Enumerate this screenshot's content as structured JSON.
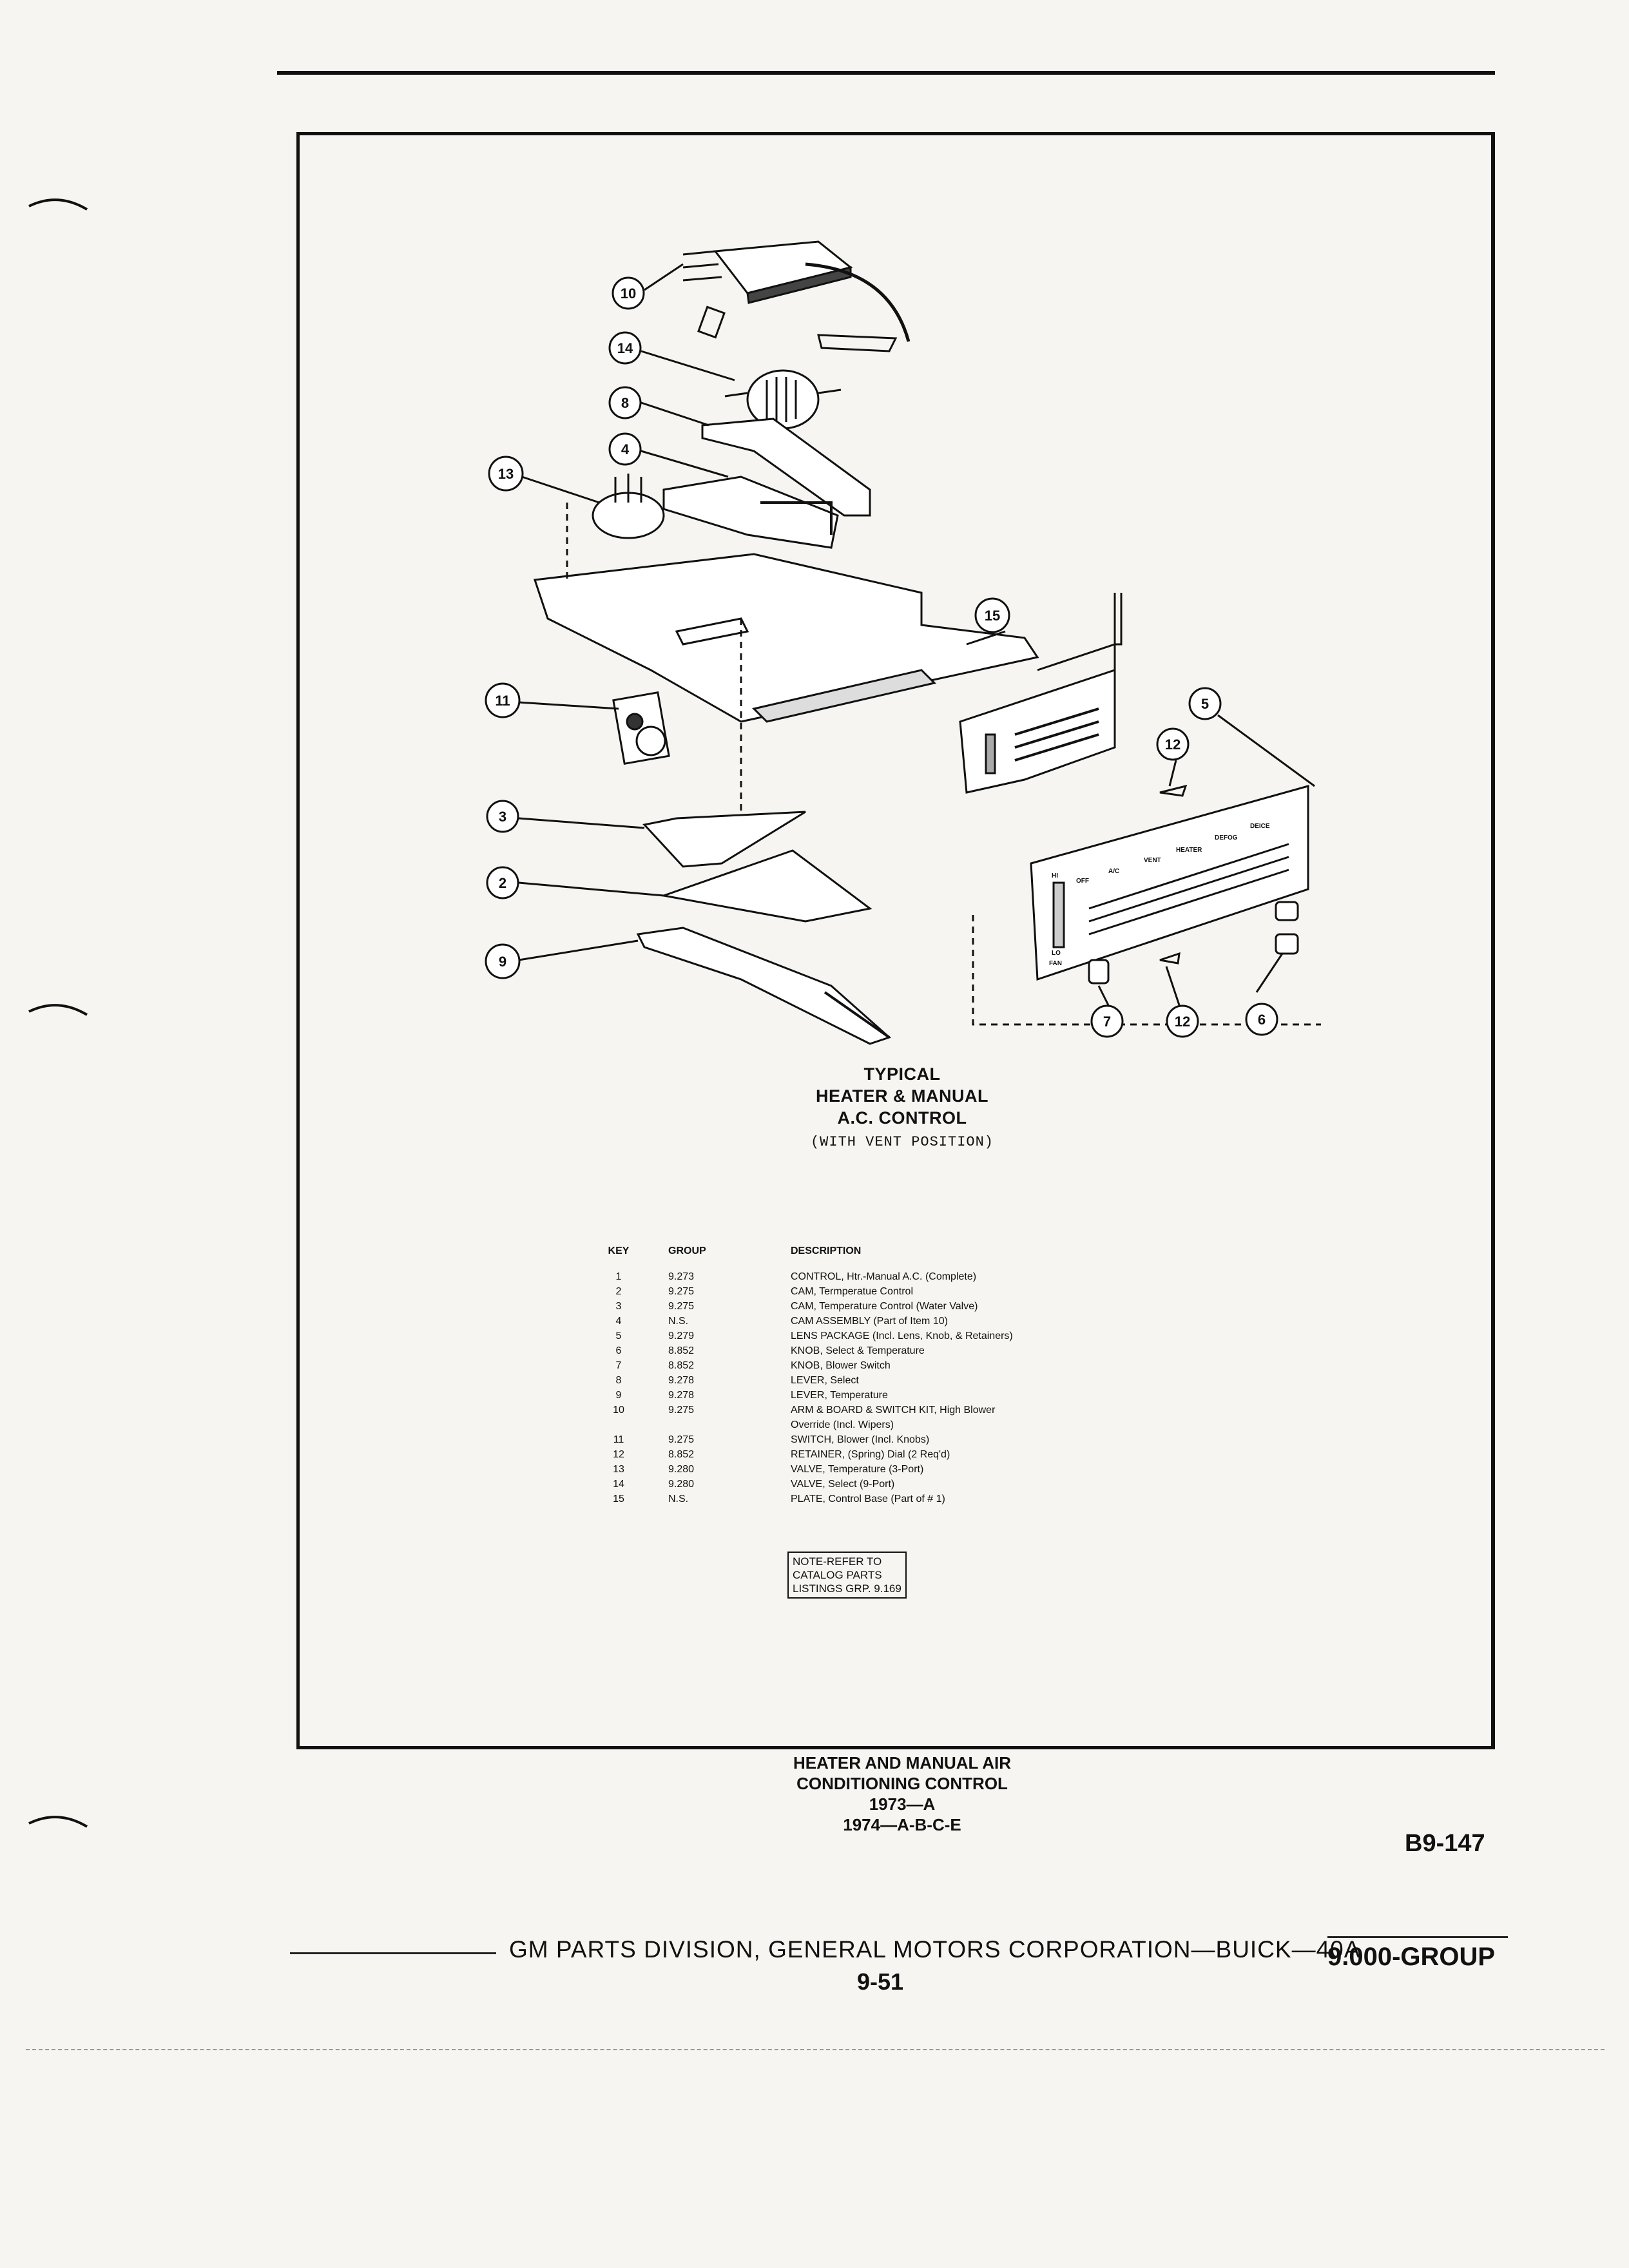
{
  "diagram": {
    "callouts": [
      "10",
      "14",
      "8",
      "4",
      "13",
      "15",
      "11",
      "5",
      "12",
      "3",
      "2",
      "9",
      "7",
      "12",
      "6"
    ],
    "panel_labels": [
      "OFF",
      "A/C",
      "VENT",
      "HEATER",
      "DEFOG",
      "DEICE",
      "HI",
      "LO",
      "FAN"
    ]
  },
  "caption": {
    "line1": "TYPICAL",
    "line2": "HEATER & MANUAL",
    "line3": "A.C. CONTROL",
    "line4": "(WITH VENT POSITION)"
  },
  "parts_table": {
    "headers": {
      "key": "KEY",
      "group": "GROUP",
      "description": "DESCRIPTION"
    },
    "rows": [
      {
        "key": "1",
        "group": "9.273",
        "description": "CONTROL, Htr.-Manual A.C. (Complete)"
      },
      {
        "key": "2",
        "group": "9.275",
        "description": "CAM, Termperatue Control"
      },
      {
        "key": "3",
        "group": "9.275",
        "description": "CAM, Temperature Control (Water Valve)"
      },
      {
        "key": "4",
        "group": "N.S.",
        "description": "CAM ASSEMBLY (Part of Item 10)"
      },
      {
        "key": "5",
        "group": "9.279",
        "description": "LENS PACKAGE (Incl. Lens, Knob, & Retainers)"
      },
      {
        "key": "6",
        "group": "8.852",
        "description": "KNOB, Select & Temperature"
      },
      {
        "key": "7",
        "group": "8.852",
        "description": "KNOB, Blower Switch"
      },
      {
        "key": "8",
        "group": "9.278",
        "description": "LEVER, Select"
      },
      {
        "key": "9",
        "group": "9.278",
        "description": "LEVER, Temperature"
      },
      {
        "key": "10",
        "group": "9.275",
        "description": "ARM & BOARD & SWITCH KIT, High Blower"
      },
      {
        "key": "",
        "group": "",
        "description": "Override (Incl. Wipers)"
      },
      {
        "key": "11",
        "group": "9.275",
        "description": "SWITCH, Blower (Incl. Knobs)"
      },
      {
        "key": "12",
        "group": "8.852",
        "description": "RETAINER, (Spring) Dial (2 Req'd)"
      },
      {
        "key": "13",
        "group": "9.280",
        "description": "VALVE, Temperature (3-Port)"
      },
      {
        "key": "14",
        "group": "9.280",
        "description": "VALVE, Select (9-Port)"
      },
      {
        "key": "15",
        "group": "N.S.",
        "description": "PLATE, Control Base (Part of # 1)"
      }
    ]
  },
  "note": {
    "line1": "NOTE-REFER TO",
    "line2": "CATALOG PARTS",
    "line3": "LISTINGS GRP. 9.169"
  },
  "page_title": {
    "line1": "HEATER AND MANUAL AIR",
    "line2": "CONDITIONING CONTROL",
    "line3": "1973—A",
    "line4": "1974—A-B-C-E"
  },
  "illustration_code": "B9-147",
  "footer": {
    "text": "GM PARTS DIVISION, GENERAL MOTORS CORPORATION—BUICK—40A",
    "page_number": "9-51",
    "group": "9.000-GROUP"
  }
}
